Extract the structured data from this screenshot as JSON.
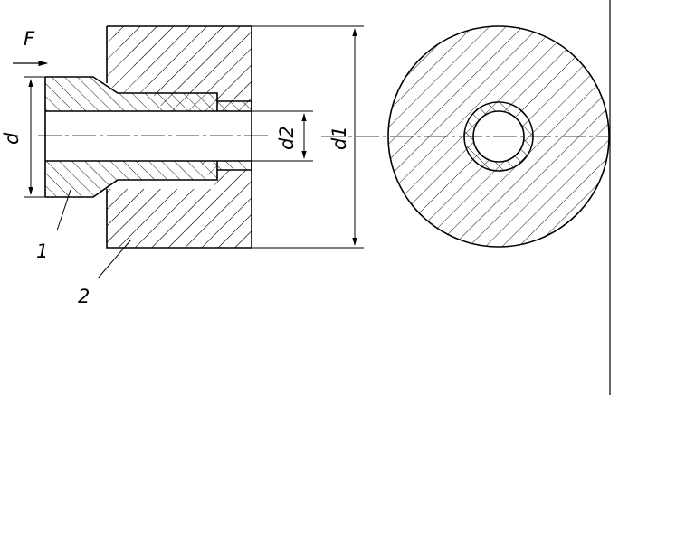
{
  "labels": {
    "force": "F",
    "dim_d": "d",
    "dim_d1": "d1",
    "dim_d2": "d2",
    "part_1": "1",
    "part_2": "2"
  },
  "colors": {
    "line": "#000000",
    "background": "#ffffff"
  }
}
